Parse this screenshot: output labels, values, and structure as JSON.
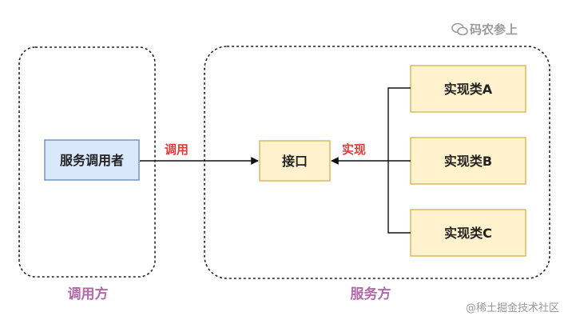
{
  "watermark_top": "码农参上",
  "watermark_bottom": "@稀土掘金技术社区",
  "caller": {
    "box_label": "服务调用者",
    "group_label": "调用方"
  },
  "service": {
    "interface_label": "接口",
    "group_label": "服务方",
    "impl_a": "实现类A",
    "impl_b": "实现类B",
    "impl_c": "实现类C"
  },
  "edges": {
    "call_label": "调用",
    "implement_label": "实现"
  },
  "colors": {
    "caller_fill": "#dae8fc",
    "caller_stroke": "#6c8ebf",
    "interface_fill": "#fff2cc",
    "impl_fill": "#fff2cc",
    "impl_stroke": "#d6b656",
    "edge_label": "#e03b3b",
    "group_label": "#b06aa8"
  }
}
